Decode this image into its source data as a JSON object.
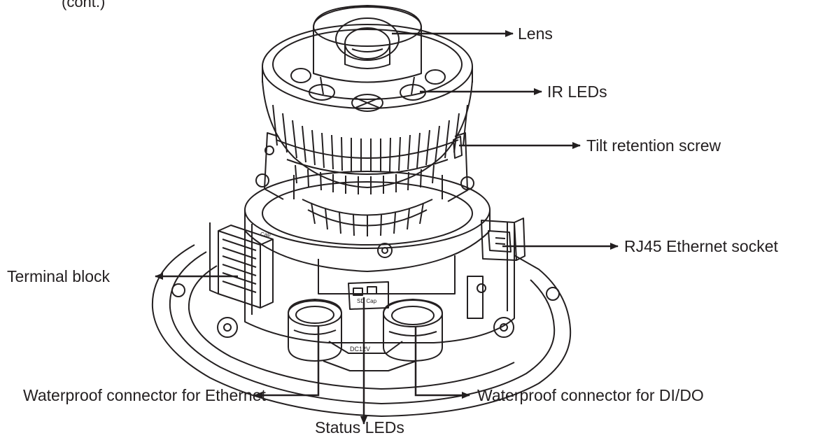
{
  "diagram": {
    "header_fragment": "(cont.)",
    "labels": {
      "lens": "Lens",
      "ir_leds": "IR LEDs",
      "tilt_retention_screw": "Tilt retention screw",
      "rj45_ethernet_socket": "RJ45 Ethernet socket",
      "terminal_block": "Terminal block",
      "waterproof_connector_ethernet": "Waterproof connector for Ethernet",
      "waterproof_connector_dido": "Waterproof connector for DI/DO",
      "status_leds": "Status LEDs"
    },
    "board_markings": {
      "dc_label": "DC12V",
      "sd_label": "SD Cap",
      "cap_label": "Cap"
    }
  }
}
